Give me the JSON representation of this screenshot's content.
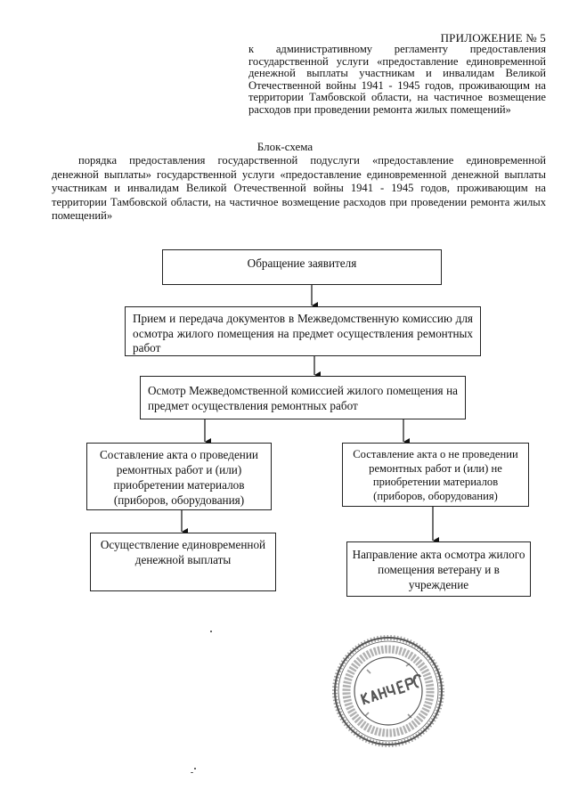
{
  "header": {
    "appendix_title": "ПРИЛОЖЕНИЕ № 5",
    "appendix_desc": "к административному регламенту предоставления государственной услуги «предоставление единовременной денежной выплаты участникам и инвалидам Великой Отечественной войны 1941 - 1945 годов, проживающим на территории Тамбовской области, на частичное возмещение расходов при проведении ремонта жилых помещений»"
  },
  "scheme": {
    "title": "Блок-схема",
    "description": "порядка предоставления государственной подуслуги «предоставление единовременной денежной выплаты» государственной услуги «предоставление единовременной денежной выплаты участникам и инвалидам Великой Отечественной войны 1941 - 1945 годов, проживающим на территории Тамбовской области, на частичное возмещение расходов при проведении ремонта жилых помещений»"
  },
  "flow": {
    "request": "Обращение заявителя",
    "receive": "Прием и передача документов в Межведомственную комиссию для осмотра жилого помещения на предмет осуществления ремонтных работ",
    "inspect": "Осмотр Межведомственной комиссией жилого помещения на предмет осуществления ремонтных работ",
    "act_yes": "Составление акта о проведении ремонтных работ и (или) приобретении материалов (приборов, оборудования)",
    "act_no": "Составление акта о не проведении ремонтных работ и (или) не приобретении материалов (приборов, оборудования)",
    "payment": "Осуществление единовременной денежной выплаты",
    "send_act": "Направление акта осмотра жилого помещения ветерану и в учреждение"
  },
  "colors": {
    "ink": "#111111",
    "stamp": "#555555"
  },
  "stamp_icon": "official-round-seal"
}
